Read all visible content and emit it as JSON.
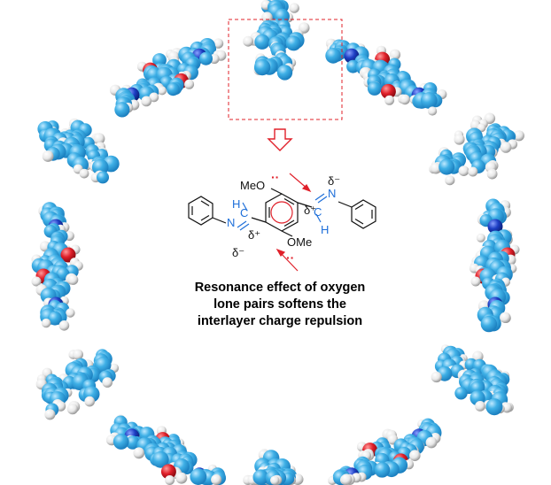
{
  "structure": {
    "colors": {
      "carbon": "#3fb0e6",
      "carbon_dark": "#1b87c6",
      "hydrogen": "#f2f2f2",
      "nitrogen": "#1d3fc4",
      "oxygen": "#e0202a",
      "arrow": "#e0202a",
      "imine": "#1e6fd9"
    }
  },
  "molecule": {
    "meo_top": "MeO",
    "ome_bottom": "OMe",
    "n_right": "N",
    "n_left": "N",
    "c_right": "C",
    "c_left": "C",
    "h_right": "H",
    "h_left": "H",
    "delta_minus_right": "δ⁻",
    "delta_plus_right": "δ⁺",
    "delta_plus_left": "δ⁺",
    "delta_minus_left": "δ⁻",
    "lone_pair": "··"
  },
  "caption": {
    "line1": "Resonance effect of oxygen",
    "line2": "lone pairs softens the",
    "line3": "interlayer charge repulsion"
  }
}
